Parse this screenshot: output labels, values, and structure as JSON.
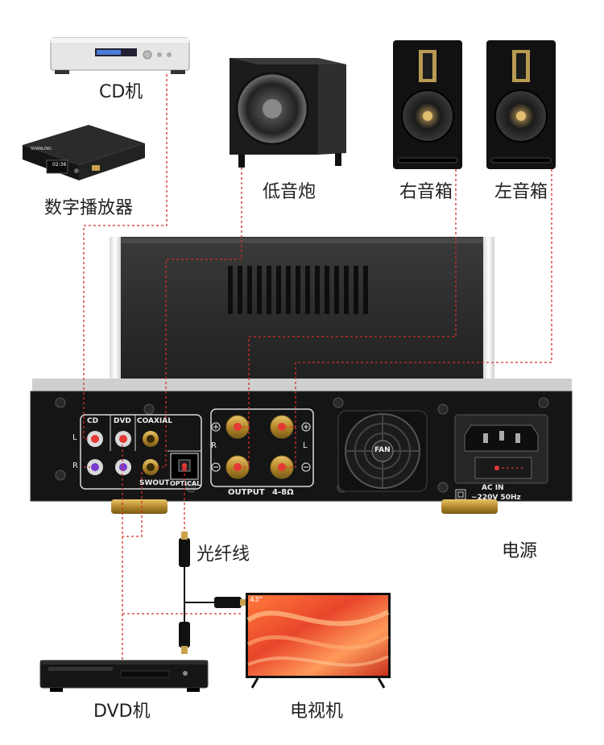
{
  "labels": {
    "cd": "CD机",
    "digital_player": "数字播放器",
    "subwoofer": "低音炮",
    "right_speaker": "右音箱",
    "left_speaker": "左音箱",
    "optical_cable": "光纤线",
    "power": "电源",
    "dvd": "DVD机",
    "tv": "电视机"
  },
  "amp_panel": {
    "cd": "CD",
    "dvd": "DVD",
    "coaxial": "COAXIAL",
    "swout": "SWOUT",
    "optical": "OPTICAL",
    "output": "OUTPUT",
    "impedance": "4-8Ω",
    "fan": "FAN",
    "ac_in": "AC IN",
    "voltage": "~220V 50Hz",
    "left": "L",
    "right": "R"
  },
  "devices": {
    "player_screen": "02:36",
    "player_brand": "SHANLING",
    "tv_corner": "43\""
  },
  "colors": {
    "wire": "#d32f2f",
    "label_text": "#222222",
    "chassis": "#1a1a1a"
  }
}
